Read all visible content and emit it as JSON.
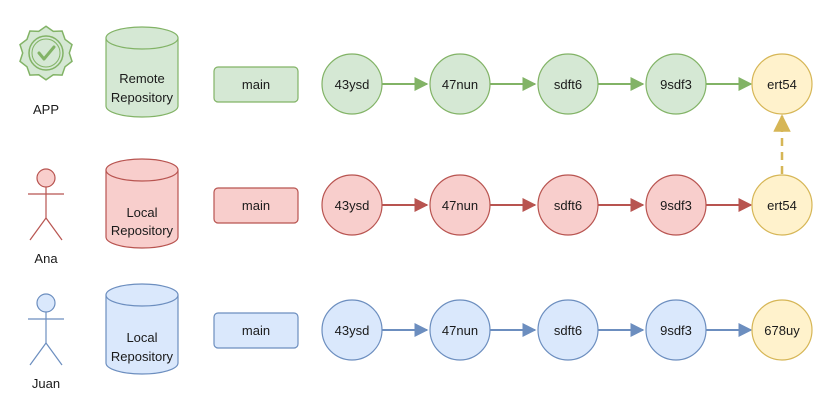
{
  "colors": {
    "green_fill": "#d5e8d4",
    "green_stroke": "#82b366",
    "red_fill": "#f8cecc",
    "red_stroke": "#b85450",
    "blue_fill": "#dae8fc",
    "blue_stroke": "#6c8ebf",
    "yellow_fill": "#fff2cc",
    "yellow_stroke": "#d6b656"
  },
  "rows": [
    {
      "actor_label": "APP",
      "actor_icon": "verified-badge-icon",
      "repo_label_line1": "Remote",
      "repo_label_line2": "Repository",
      "branch": "main",
      "commits": [
        "43ysd",
        "47nun",
        "sdft6",
        "9sdf3",
        "ert54"
      ]
    },
    {
      "actor_label": "Ana",
      "actor_icon": "person-icon",
      "repo_label_line1": "Local",
      "repo_label_line2": "Repository",
      "branch": "main",
      "commits": [
        "43ysd",
        "47nun",
        "sdft6",
        "9sdf3",
        "ert54"
      ]
    },
    {
      "actor_label": "Juan",
      "actor_icon": "person-icon",
      "repo_label_line1": "Local",
      "repo_label_line2": "Repository",
      "branch": "main",
      "commits": [
        "43ysd",
        "47nun",
        "sdft6",
        "9sdf3",
        "678uy"
      ]
    }
  ]
}
